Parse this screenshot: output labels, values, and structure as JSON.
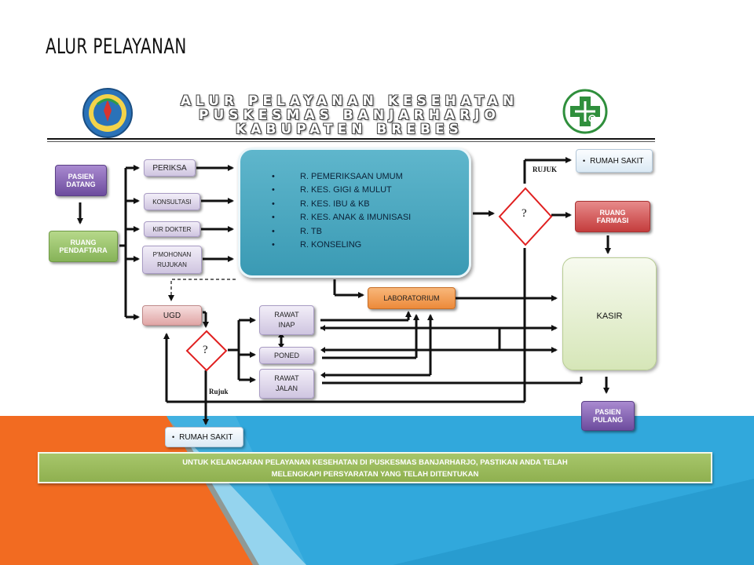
{
  "slide": {
    "title": "ALUR PELAYANAN"
  },
  "header": {
    "lines": [
      "ALUR PELAYANAN KESEHATAN",
      "PUSKESMAS BANJARHARJO",
      "KABUPATEN BREBES"
    ],
    "logo_left": "regency-emblem-logo",
    "logo_right": "puskesmas-cross-logo"
  },
  "flow": {
    "pasien_datang": "PASIEN DATANG",
    "ruang_pendaftaran": "RUANG PENDAFTARA",
    "services": [
      "PERIKSA",
      "KONSULTASI",
      "KIR DOKTER",
      "P'MOHONAN RUJUKAN"
    ],
    "ugd": "UGD",
    "rooms": [
      "R. PEMERIKSAAN UMUM",
      "R. KES. GIGI & MULUT",
      "R. KES. IBU & KB",
      "R. KES. ANAK & IMUNISASI",
      "R. TB",
      "R. KONSELING"
    ],
    "laboratorium": "LABORATORIUM",
    "rawat_inap": "RAWAT INAP",
    "poned": "PONED",
    "rawat_jalan": "RAWAT JALAN",
    "decision_symbol": "?",
    "rujuk_upper": "RUJUK",
    "rujuk_lower": "Rujuk",
    "rumah_sakit": "RUMAH SAKIT",
    "ruang_farmasi": "RUANG FARMASI",
    "kasir": "KASIR",
    "pasien_pulang": "PASIEN PULANG"
  },
  "banner": {
    "lines": [
      "UNTUK KELANCARAN PELAYANAN KESEHATAN DI PUSKESMAS BANJARHARJO, PASTIKAN ANDA TELAH",
      "MELENGKAPI PERSYARATAN YANG TELAH DITENTUKAN"
    ]
  },
  "colors": {
    "orange": "#f26b21",
    "blue": "#2fa6d8",
    "teal": "#3a9ab4",
    "green_banner": "#97b658"
  }
}
